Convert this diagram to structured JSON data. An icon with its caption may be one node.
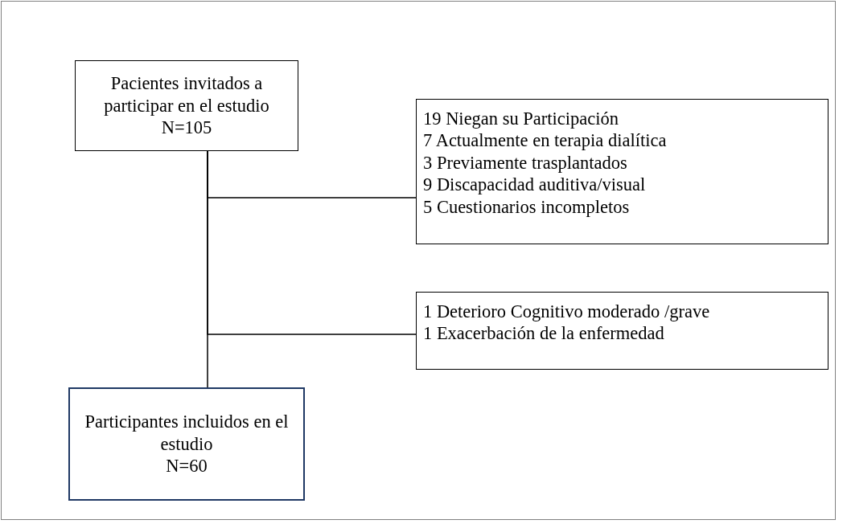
{
  "diagram": {
    "nodes": [
      {
        "text": [
          "Pacientes invitados a participar en el estudio",
          "N=105"
        ]
      },
      {
        "text": [
          "19 Niegan su Participación",
          "7 Actualmente en terapia dialítica",
          "3 Previamente trasplantados",
          "9 Discapacidad auditiva/visual",
          "5 Cuestionarios incompletos"
        ]
      },
      {
        "text": [
          "1 Deterioro Cognitivo moderado /grave",
          "1 Exacerbación de la enfermedad"
        ]
      },
      {
        "text": [
          "Participantes incluidos en el estudio",
          "N=60"
        ]
      }
    ],
    "edges": [
      {
        "from": 0,
        "to": 1,
        "arrow": "none"
      },
      {
        "from": 0,
        "to": 2,
        "arrow": "none"
      },
      {
        "from": 0,
        "to": 3,
        "arrow": "none"
      }
    ]
  }
}
